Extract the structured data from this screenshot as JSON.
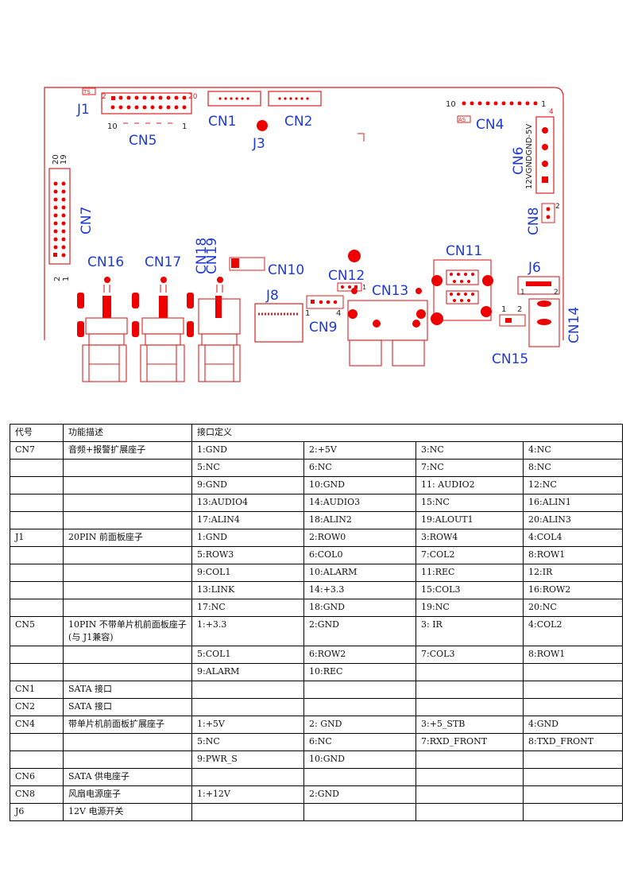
{
  "diagram": {
    "connectors": {
      "ts": "TS",
      "j1": "J1",
      "cn5": "CN5",
      "cn5_pin_left": "10",
      "cn5_pin_right": "1",
      "j1_pin_left": "2",
      "j1_pin_right": "20",
      "cn1": "CN1",
      "cn2": "CN2",
      "j3": "J3",
      "cn4": "CN4",
      "cn4_pin_left": "10",
      "cn4_pin_right": "1",
      "as": "AS",
      "cn6": "CN6",
      "cn6_pin": "4",
      "cn6_pins": "12VGNDGND-5V",
      "cn8": "CN8",
      "cn8_pin": "2",
      "cn7": "CN7",
      "cn7_pin_20": "20",
      "cn7_pin_19": "19",
      "cn7_pin_2": "2",
      "cn7_pin_1": "1",
      "cn16": "CN16",
      "cn17": "CN17",
      "cn18": "CN18",
      "cn19": "CN19",
      "cn10": "CN10",
      "cn12": "CN12",
      "cn12_pin": "1",
      "cn11": "CN11",
      "cn13": "CN13",
      "j8": "J8",
      "cn9": "CN9",
      "cn9_pin_left": "1",
      "cn9_pin_right": "4",
      "j6": "J6",
      "j6_pin_left": "1",
      "j6_pin_right": "2",
      "cn14": "CN14",
      "cn15": "CN15",
      "cn15_pin_left": "1",
      "cn15_pin_right": "2"
    }
  },
  "table": {
    "header": [
      "代号",
      "功能描述",
      "接口定义"
    ],
    "rows": [
      [
        "CN7",
        "音频+报警扩展座子",
        "1:GND",
        "2:+5V",
        "3:NC",
        "4:NC"
      ],
      [
        "",
        "",
        "5:NC",
        "6:NC",
        "7:NC",
        "8:NC"
      ],
      [
        "",
        "",
        "9:GND",
        "10:GND",
        "11: AUDIO2",
        "12:NC"
      ],
      [
        "",
        "",
        "13:AUDIO4",
        "14:AUDIO3",
        "15:NC",
        "16:ALIN1"
      ],
      [
        "",
        "",
        "17:ALIN4",
        "18:ALIN2",
        "19:ALOUT1",
        "20:ALIN3"
      ],
      [
        "J1",
        "20PIN 前面板座子",
        "1:GND",
        "2:ROW0",
        "3:ROW4",
        "4:COL4"
      ],
      [
        "",
        "",
        "5:ROW3",
        "6:COL0",
        "7:COL2",
        "8:ROW1"
      ],
      [
        "",
        "",
        "9:COL1",
        "10:ALARM",
        "11:REC",
        "12:IR"
      ],
      [
        "",
        "",
        "13:LINK",
        "14:+3.3",
        "15:COL3",
        "16:ROW2"
      ],
      [
        "",
        "",
        "17:NC",
        "18:GND",
        "19:NC",
        "20:NC"
      ],
      [
        "CN5",
        "10PIN 不带单片机前面板座子(与 J1兼容)",
        "1:+3.3",
        "2:GND",
        "3: IR",
        "4:COL2"
      ],
      [
        "",
        "",
        "5:COL1",
        "6:ROW2",
        "7:COL3",
        "8:ROW1"
      ],
      [
        "",
        "",
        "9:ALARM",
        "10:REC",
        "",
        ""
      ],
      [
        "CN1",
        "SATA 接口",
        "",
        "",
        "",
        ""
      ],
      [
        "CN2",
        "SATA 接口",
        "",
        "",
        "",
        ""
      ],
      [
        "CN4",
        "带单片机前面板扩展座子",
        "1:+5V",
        "2: GND",
        "3:+5_STB",
        "4:GND"
      ],
      [
        "",
        "",
        "5:NC",
        "6:NC",
        "7:RXD_FRONT",
        "8:TXD_FRONT"
      ],
      [
        "",
        "",
        "9:PWR_S",
        "10:GND",
        "",
        ""
      ],
      [
        "CN6",
        "SATA 供电座子",
        "",
        "",
        "",
        ""
      ],
      [
        "CN8",
        "风扇电源座子",
        "1:+12V",
        "2:GND",
        "",
        ""
      ],
      [
        "J6",
        "12V 电源开关",
        "",
        "",
        "",
        ""
      ]
    ]
  }
}
